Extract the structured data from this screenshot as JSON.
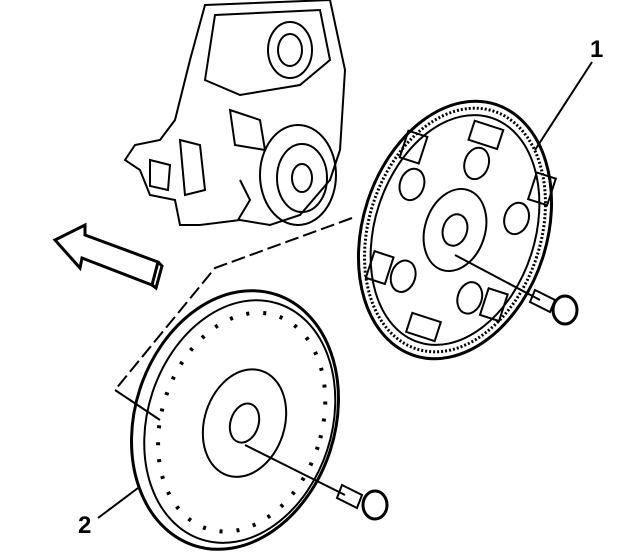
{
  "diagram": {
    "callouts": [
      {
        "id": "1",
        "label": "1",
        "part": "flexplate"
      },
      {
        "id": "2",
        "label": "2",
        "part": "flywheel"
      }
    ],
    "line_color": "#000000",
    "background": "#ffffff"
  }
}
